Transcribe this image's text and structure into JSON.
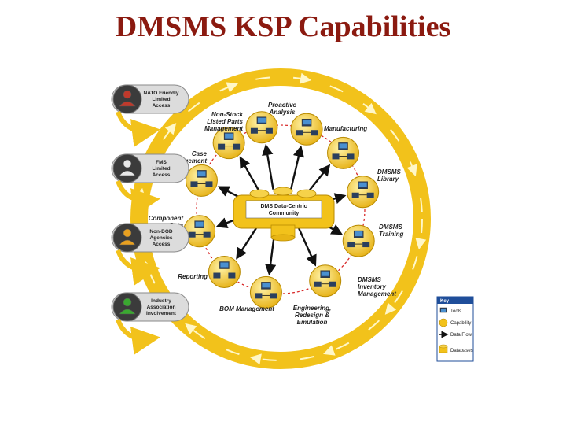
{
  "title": "DMSMS KSP Capabilities",
  "center": {
    "line1": "DMS Data-Centric",
    "line2": "Community"
  },
  "capabilities": [
    {
      "line1": "Proactive",
      "line2": "Analysis",
      "line3": ""
    },
    {
      "line1": "Manufacturing",
      "line2": "",
      "line3": ""
    },
    {
      "line1": "DMSMS",
      "line2": "Library",
      "line3": ""
    },
    {
      "line1": "DMSMS",
      "line2": "Training",
      "line3": ""
    },
    {
      "line1": "DMSMS",
      "line2": "Inventory",
      "line3": "Management"
    },
    {
      "line1": "Engineering,",
      "line2": "Redesign &",
      "line3": "Emulation"
    },
    {
      "line1": "BOM Management",
      "line2": "",
      "line3": ""
    },
    {
      "line1": "Reporting",
      "line2": "",
      "line3": ""
    },
    {
      "line1": "Component",
      "line2": "Data",
      "line3": ""
    },
    {
      "line1": "Case",
      "line2": "Management",
      "line3": ""
    },
    {
      "line1": "Non-Stock",
      "line2": "Listed Parts",
      "line3": "Management"
    }
  ],
  "access_groups": [
    {
      "lines": [
        "NATO Friendly",
        "Limited",
        "Access"
      ],
      "color": "#c0392b"
    },
    {
      "lines": [
        "FMS",
        "Limited",
        "Access"
      ],
      "color": "#e8e8e8"
    },
    {
      "lines": [
        "Non-DOD",
        "Agencies",
        "Access"
      ],
      "color": "#e8a020"
    },
    {
      "lines": [
        "Industry",
        "Association",
        "Involvement"
      ],
      "color": "#3aa830"
    }
  ],
  "key": {
    "title": "Key",
    "items": [
      "Tools",
      "Capability",
      "Data Flow",
      "Databases"
    ]
  },
  "colors": {
    "ring": "#f2c21b",
    "node": "#f2c21b",
    "title": "#8b1a10",
    "link": "#d62020",
    "key_header": "#1f4e9a"
  }
}
